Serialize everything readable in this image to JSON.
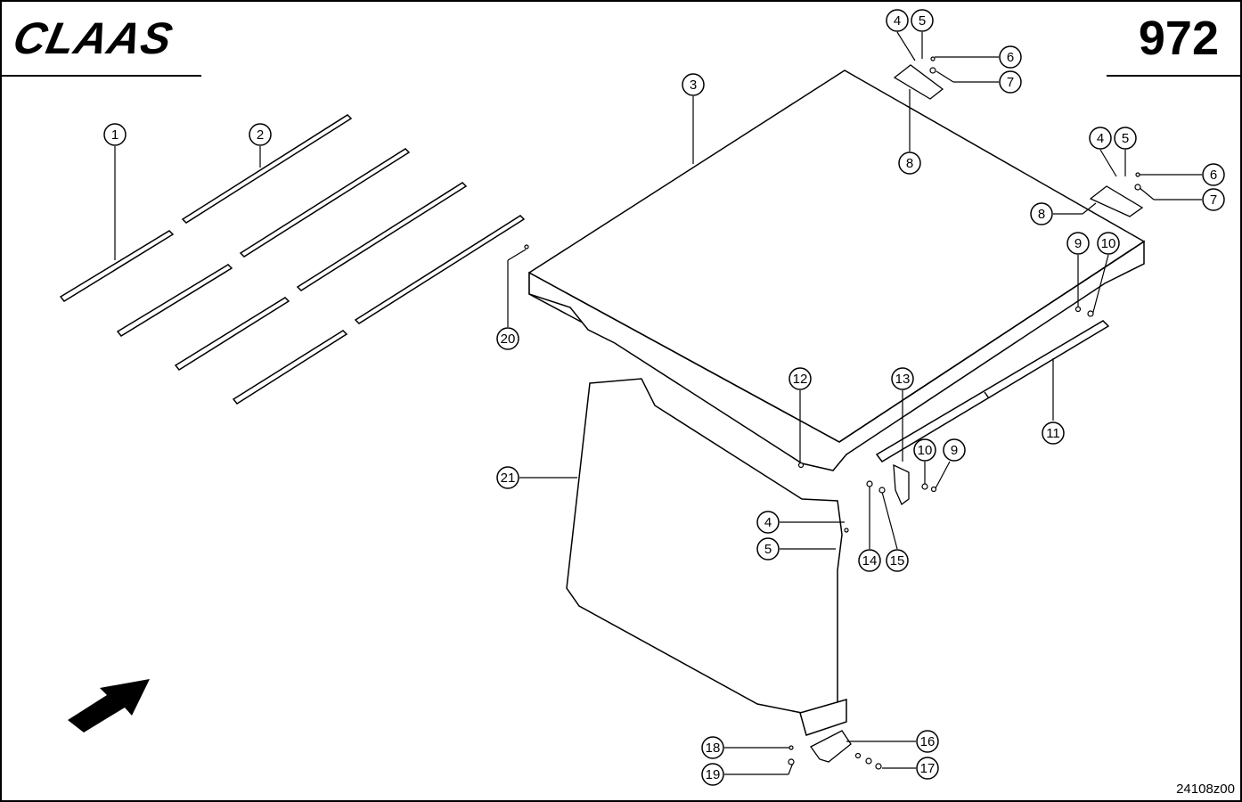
{
  "header": {
    "brand": "CLAAS",
    "sheet_number": "972"
  },
  "footer": {
    "drawing_number": "24108z00"
  },
  "callouts": [
    {
      "id": "c1",
      "label": "1"
    },
    {
      "id": "c2",
      "label": "2"
    },
    {
      "id": "c3",
      "label": "3"
    },
    {
      "id": "c4a",
      "label": "4"
    },
    {
      "id": "c5a",
      "label": "5"
    },
    {
      "id": "c6a",
      "label": "6"
    },
    {
      "id": "c7a",
      "label": "7"
    },
    {
      "id": "c8a",
      "label": "8"
    },
    {
      "id": "c4b",
      "label": "4"
    },
    {
      "id": "c5b",
      "label": "5"
    },
    {
      "id": "c6b",
      "label": "6"
    },
    {
      "id": "c7b",
      "label": "7"
    },
    {
      "id": "c8b",
      "label": "8"
    },
    {
      "id": "c9a",
      "label": "9"
    },
    {
      "id": "c10a",
      "label": "10"
    },
    {
      "id": "c11",
      "label": "11"
    },
    {
      "id": "c12",
      "label": "12"
    },
    {
      "id": "c13",
      "label": "13"
    },
    {
      "id": "c10b",
      "label": "10"
    },
    {
      "id": "c9b",
      "label": "9"
    },
    {
      "id": "c14",
      "label": "14"
    },
    {
      "id": "c15",
      "label": "15"
    },
    {
      "id": "c4c",
      "label": "4"
    },
    {
      "id": "c5c",
      "label": "5"
    },
    {
      "id": "c20",
      "label": "20"
    },
    {
      "id": "c21",
      "label": "21"
    },
    {
      "id": "c16",
      "label": "16"
    },
    {
      "id": "c17",
      "label": "17"
    },
    {
      "id": "c18",
      "label": "18"
    },
    {
      "id": "c19",
      "label": "19"
    }
  ]
}
